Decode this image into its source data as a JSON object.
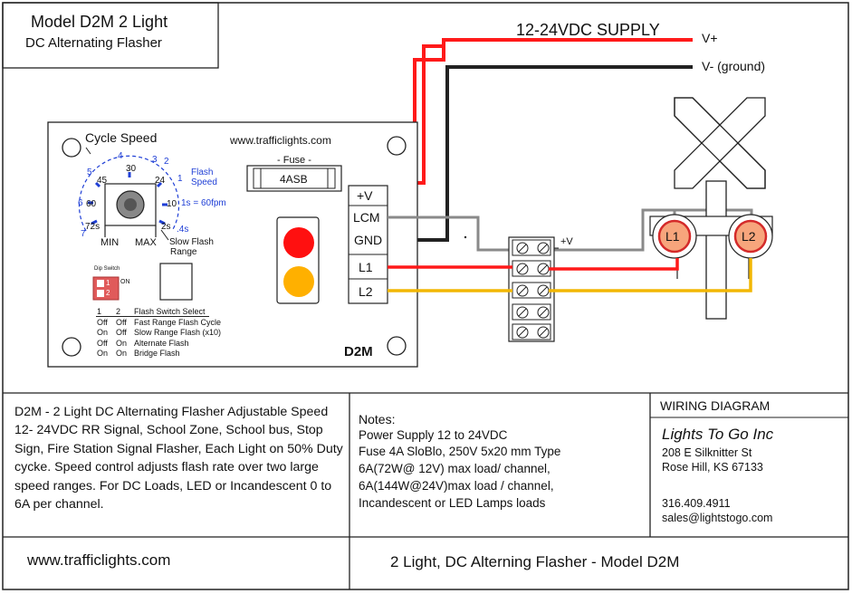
{
  "title": {
    "line1": "Model D2M  2 Light",
    "line2": "DC Alternating Flasher"
  },
  "supply": {
    "label": "12-24VDC SUPPLY",
    "vplus": "V+",
    "vminus": "V- (ground)"
  },
  "board": {
    "url": "www.trafficlights.com",
    "model": "D2M",
    "fuse_caption": "- Fuse -",
    "fuse_value": "4ASB",
    "terminals": [
      "+V",
      "LCM",
      "GND",
      "L1",
      "L2"
    ]
  },
  "dial": {
    "title": "Cycle Speed",
    "outer": [
      "1",
      "2",
      "3",
      "4",
      "5",
      "6",
      "7"
    ],
    "inner": [
      "72s",
      "60",
      "45",
      "30",
      "24",
      "10",
      "2s"
    ],
    "note_flash": "Flash",
    "note_speed": "Speed",
    "note_1s": "1s = 60fpm",
    "note_4s": ".4s",
    "min": "MIN",
    "max": "MAX",
    "slow_flash": "Slow Flash",
    "range": "Range"
  },
  "dip": {
    "title": "Dip Switch",
    "on_label": "ON",
    "sw_labels": [
      "1",
      "2"
    ],
    "table_header": [
      "1",
      "2",
      "Flash Switch Select"
    ],
    "rows": [
      [
        "Off",
        "Off",
        "Fast Range Flash Cycle"
      ],
      [
        "On",
        "Off",
        "Slow Range Flash (x10)"
      ],
      [
        "Off",
        "On",
        "Alternate Flash"
      ],
      [
        "On",
        "On",
        "Bridge Flash"
      ]
    ]
  },
  "terminal_strip": {
    "vplus": "+V"
  },
  "lamps": {
    "l1": "L1",
    "l2": "L2"
  },
  "description": "D2M - 2 Light DC Alternating Flasher Adjustable Speed 12- 24VDC  RR Signal, School Zone, School bus, Stop Sign, Fire Station Signal Flasher,  Each Light on 50% Duty cycke.   Speed control adjusts flash rate over two large speed ranges.   For DC Loads, LED or Incandescent  0 to 6A per channel.",
  "notes": {
    "title": "Notes:",
    "lines": [
      "Power Supply 12 to 24VDC",
      "Fuse 4A SloBlo, 250V 5x20 mm Type",
      "6A(72W@ 12V) max load/ channel,",
      "6A(144W@24V)max load / channel,",
      "Incandescent or LED Lamps loads"
    ]
  },
  "company": {
    "wiring_diagram": "WIRING DIAGRAM",
    "name": "Lights To Go Inc",
    "address1": "208 E Silknitter St",
    "address2": "Rose Hill, KS 67133",
    "phone": "316.409.4911",
    "email": "sales@lightstogo.com"
  },
  "footer": {
    "url": "www.trafficlights.com",
    "title": "2 Light, DC Alterning Flasher  - Model D2M"
  },
  "colors": {
    "red_wire": "#ff1a1a",
    "black_wire": "#222222",
    "gray_wire": "#8a8a8a",
    "yellow_wire": "#f2b705",
    "lamp_fill": "#f7a57c",
    "lamp_ring": "#d42a2a",
    "dip_red": "#e05a5a",
    "dial_blue": "#1f3fd6"
  }
}
